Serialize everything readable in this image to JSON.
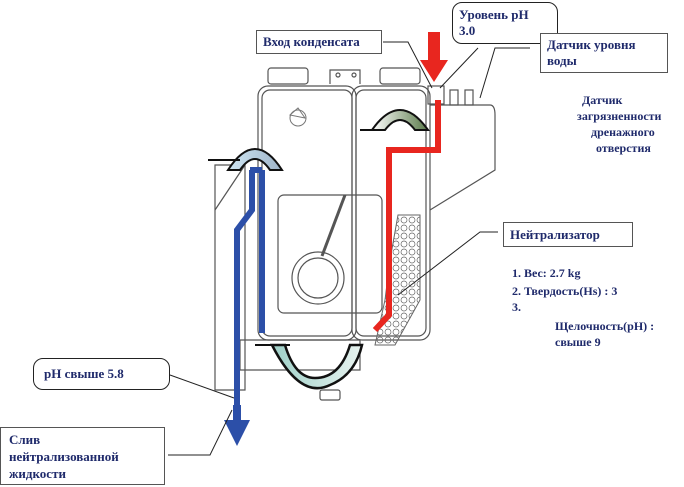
{
  "labels": {
    "condensate_inlet": "Вход конденсата",
    "ph_level": [
      "Уровень pH",
      "3.0"
    ],
    "water_level_sensor": [
      "Датчик уровня",
      "воды"
    ],
    "drain_sensor": [
      "Датчик",
      "загрязненности",
      "дренажного",
      "отверстия"
    ],
    "neutralizer": "Нейтрализатор",
    "neutralizer_specs": [
      "1. Вес: 2.7 kg",
      "2. Твердость(Hs) : 3",
      "3."
    ],
    "alkalinity": [
      "Щелочность(pH) :",
      "свыше 9"
    ],
    "ph_above": "pH свыше 5.8",
    "drain_outlet": [
      "Слив",
      "нейтрализованной",
      "жидкости"
    ]
  },
  "colors": {
    "inflow": "#e8261f",
    "outflow": "#2c4fa8",
    "text": "#1f2a6b"
  }
}
